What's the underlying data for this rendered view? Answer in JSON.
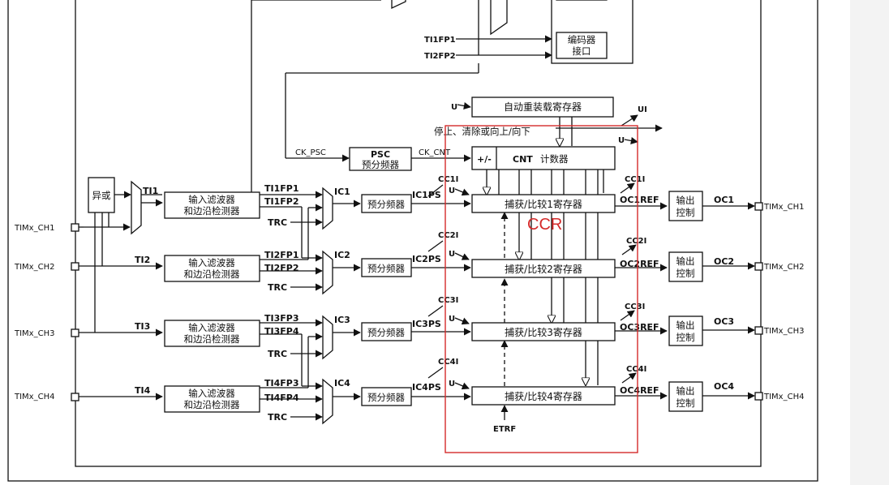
{
  "top": {
    "ti1fp1": "TI1FP1",
    "ti2fp2": "TI2FP2",
    "encoder_line1": "编码器",
    "encoder_line2": "接口"
  },
  "auto_reload": {
    "label": "自动重装载寄存器",
    "u": "U",
    "ui": "UI"
  },
  "stop_label": "停止、清除或向上/向下",
  "u_small": "U",
  "clock": {
    "ck_psc": "CK_PSC",
    "ck_cnt": "CK_CNT",
    "psc_line1": "PSC",
    "psc_line2": "预分频器"
  },
  "cnt": {
    "pm": "+/-",
    "label": "CNT",
    "label2": "计数器"
  },
  "xor": "异或",
  "channels": [
    {
      "pin": "TIMx_CH1",
      "ti": "TI1",
      "filter1": "输入滤波器",
      "filter2": "和边沿检测器",
      "fp_a": "TI1FP1",
      "fp_b": "TI1FP2",
      "trc": "TRC",
      "ic": "IC1",
      "presc": "预分频器",
      "icps": "IC1PS",
      "cci": "CC1I",
      "u": "U",
      "ccr": "捕获/比较1寄存器",
      "cco": "CC1I",
      "ocref": "OC1REF",
      "out1": "输出",
      "out2": "控制",
      "oc": "OC1",
      "out_pin": "TIMx_CH1"
    },
    {
      "pin": "TIMx_CH2",
      "ti": "TI2",
      "filter1": "输入滤波器",
      "filter2": "和边沿检测器",
      "fp_a": "TI2FP1",
      "fp_b": "TI2FP2",
      "trc": "TRC",
      "ic": "IC2",
      "presc": "预分频器",
      "icps": "IC2PS",
      "cci": "CC2I",
      "u": "U",
      "ccr": "捕获/比较2寄存器",
      "cco": "CC2I",
      "ocref": "OC2REF",
      "out1": "输出",
      "out2": "控制",
      "oc": "OC2",
      "out_pin": "TIMx_CH2"
    },
    {
      "pin": "TIMx_CH3",
      "ti": "TI3",
      "filter1": "输入滤波器",
      "filter2": "和边沿检测器",
      "fp_a": "TI3FP3",
      "fp_b": "TI3FP4",
      "trc": "TRC",
      "ic": "IC3",
      "presc": "预分频器",
      "icps": "IC3PS",
      "cci": "CC3I",
      "u": "U",
      "ccr": "捕获/比较3寄存器",
      "cco": "CC3I",
      "ocref": "OC3REF",
      "out1": "输出",
      "out2": "控制",
      "oc": "OC3",
      "out_pin": "TIMx_CH3"
    },
    {
      "pin": "TIMx_CH4",
      "ti": "TI4",
      "filter1": "输入滤波器",
      "filter2": "和边沿检测器",
      "fp_a": "TI4FP3",
      "fp_b": "TI4FP4",
      "trc": "TRC",
      "ic": "IC4",
      "presc": "预分频器",
      "icps": "IC4PS",
      "cci": "CC4I",
      "u": "U",
      "ccr": "捕获/比较4寄存器",
      "cco": "CC4I",
      "ocref": "OC4REF",
      "out1": "输出",
      "out2": "控制",
      "oc": "OC4",
      "out_pin": "TIMx_CH4"
    }
  ],
  "etrf": "ETRF",
  "annotation": {
    "text": "CCR",
    "color": "#d42a2a"
  }
}
